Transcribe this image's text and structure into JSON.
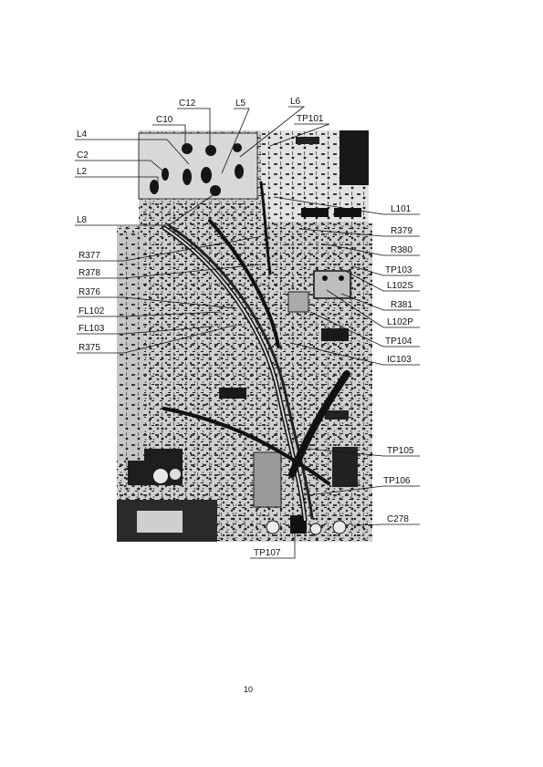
{
  "page": {
    "number": "10"
  },
  "figure": {
    "callouts": {
      "c12": "C12",
      "l5": "L5",
      "l6": "L6",
      "c10": "C10",
      "tp101": "TP101",
      "l4": "L4",
      "c2": "C2",
      "l2": "L2",
      "l8": "L8",
      "l101": "L101",
      "r379": "R379",
      "r377": "R377",
      "r380": "R380",
      "r378": "R378",
      "tp103": "TP103",
      "l102s": "L102S",
      "r376": "R376",
      "r381": "R381",
      "fl102": "FL102",
      "l102p": "L102P",
      "fl103": "FL103",
      "tp104": "TP104",
      "r375": "R375",
      "ic103": "IC103",
      "tp105": "TP105",
      "tp106": "TP106",
      "c278": "C278",
      "tp107": "TP107"
    }
  }
}
